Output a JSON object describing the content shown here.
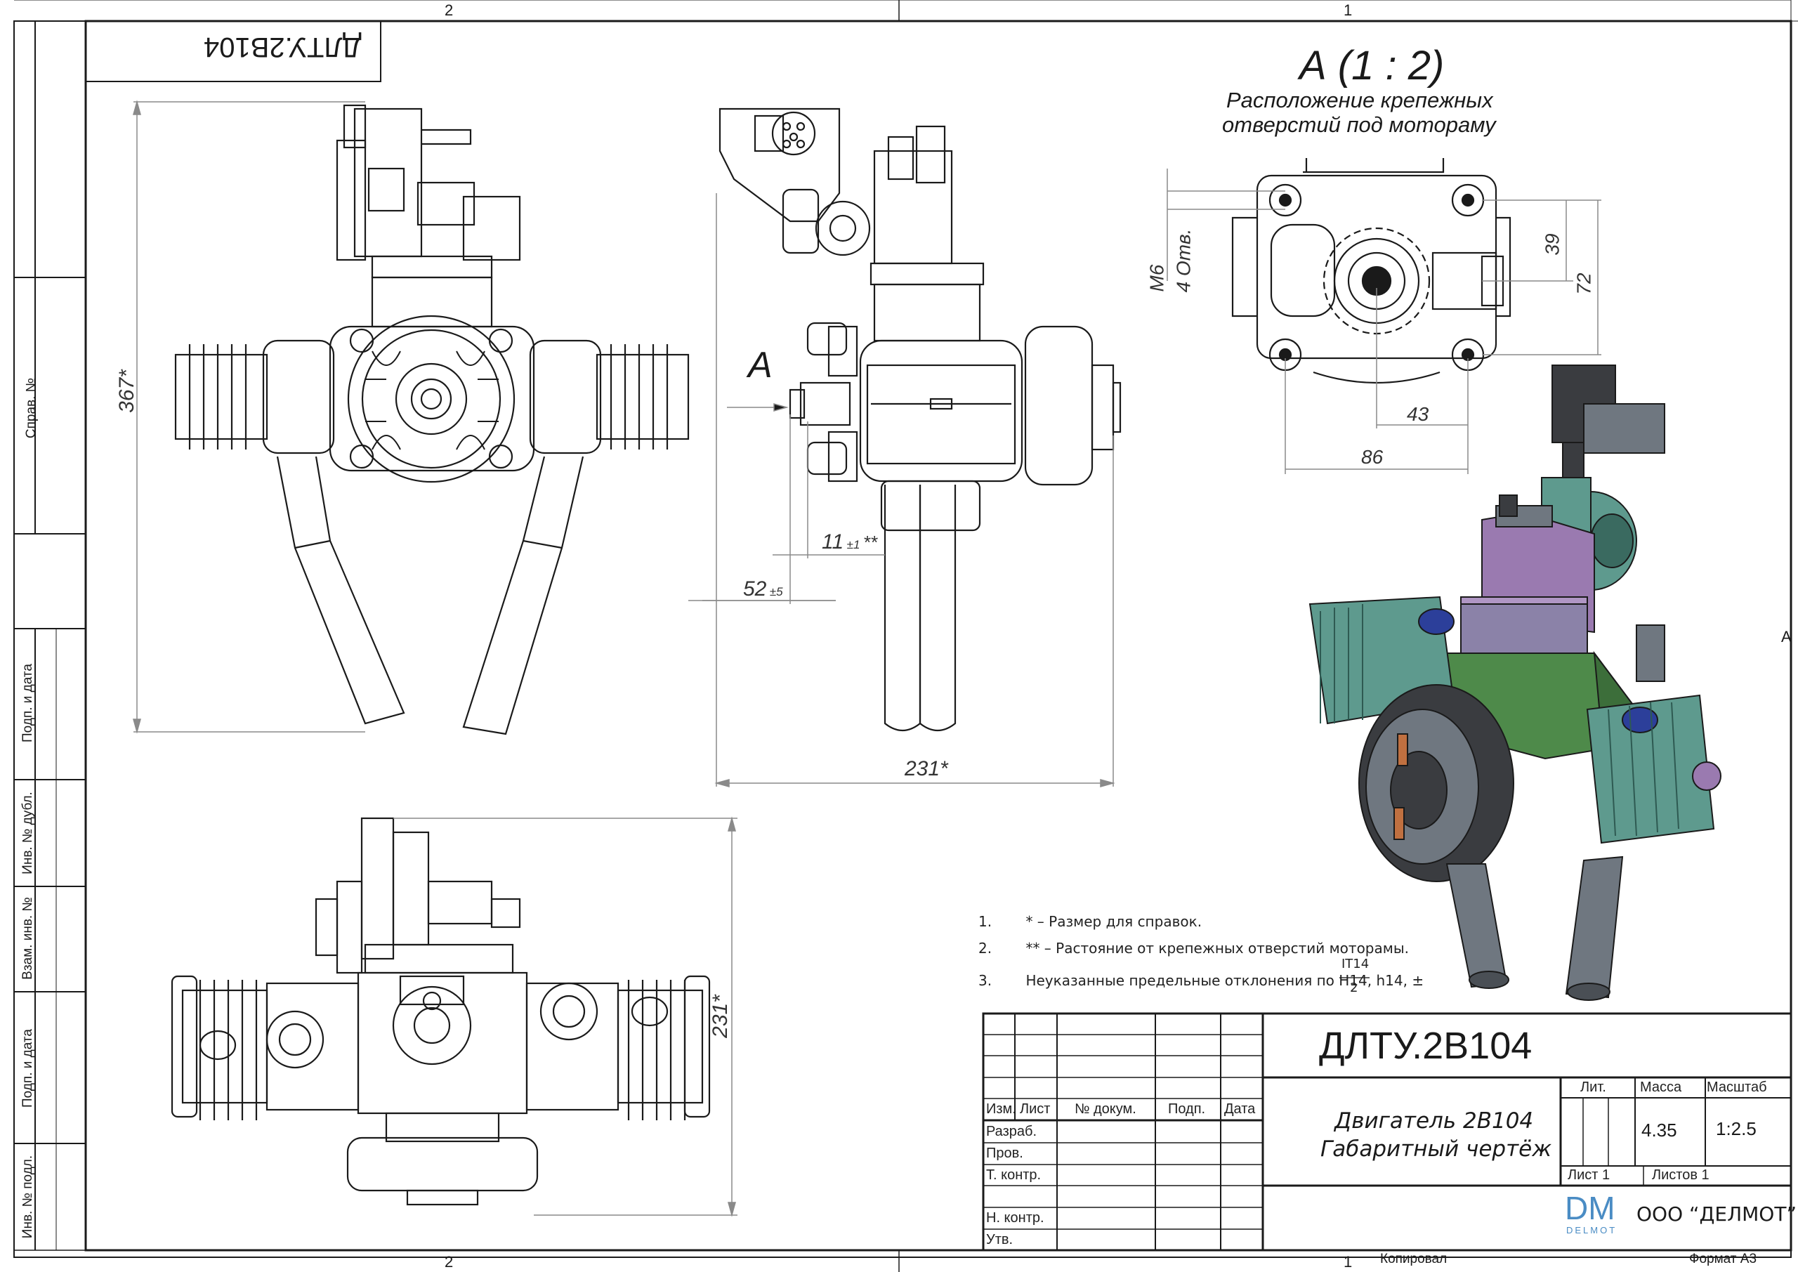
{
  "sheet": {
    "zone_top_left": "2",
    "zone_top_right": "1",
    "zone_bottom_left": "2",
    "zone_bottom_right": "1",
    "zone_right": "A"
  },
  "side_strip": {
    "sprav": "Справ. №",
    "podp_data_1": "Подп. и дата",
    "inv_dubl": "Инв. № дубл.",
    "vzam_inv": "Взам. инв. №",
    "podp_data_2": "Подп. и дата",
    "inv_podl": "Инв. № подл."
  },
  "corner_code": "ДЛТУ.2В104",
  "views": {
    "front_dim_height": "367*",
    "side_arrow": "A",
    "side_dim_11": "11",
    "side_dim_11_tol": "±1",
    "side_dim_11_mark": "**",
    "side_dim_52": "52",
    "side_dim_52_tol": "±5",
    "side_dim_231": "231*",
    "top_dim_231": "231*"
  },
  "detail_a": {
    "title": "А (1 : 2)",
    "subtitle_1": "Расположение крепежных",
    "subtitle_2": "отверстий под мотораму",
    "dim_m6": "М6",
    "dim_holes": "4 Отв.",
    "dim_39": "39",
    "dim_72": "72",
    "dim_43": "43",
    "dim_86": "86"
  },
  "notes": [
    {
      "num": "1.",
      "text": "* – Размер для справок."
    },
    {
      "num": "2.",
      "text": "** – Растояние от крепежных отверстий моторамы."
    },
    {
      "num": "3.",
      "text": "Неуказанные предельные отклонения по Н14, h14, ±"
    }
  ],
  "note3_fraction_num": "IT14",
  "note3_fraction_den": "2",
  "title_block": {
    "designation": "ДЛТУ.2В104",
    "name_line1": "Двигатель 2В104",
    "name_line2": "Габаритный чертёж",
    "col_izm": "Изм.",
    "col_list": "Лист",
    "col_doc": "№ докум.",
    "col_podp": "Подп.",
    "col_data": "Дата",
    "row_razrab": "Разраб.",
    "row_prov": "Пров.",
    "row_tkontr": "Т. контр.",
    "row_nkontr": "Н. контр.",
    "row_utv": "Утв.",
    "lit_label": "Лит.",
    "massa_label": "Масса",
    "masshtab_label": "Масштаб",
    "massa_value": "4.35",
    "masshtab_value": "1:2.5",
    "sheet_label": "Лист 1",
    "sheets_label": "Листов 1",
    "logo_main": "DM",
    "logo_sub": "DELMOT",
    "company": "ООО “ДЕЛМОТ”"
  },
  "footer": {
    "kopiroval": "Копировал",
    "format": "Формат А3"
  },
  "colors": {
    "line": "#1a1a1a",
    "dim_line": "#8a8a8a",
    "iso_grey": "#6f7780",
    "iso_green": "#4e8a4a",
    "iso_teal": "#5e9a8e",
    "iso_violet": "#9a7ab0",
    "iso_blue": "#2c3f9a",
    "iso_dark": "#3a3c40",
    "logo_blue": "#4a8cc4"
  }
}
